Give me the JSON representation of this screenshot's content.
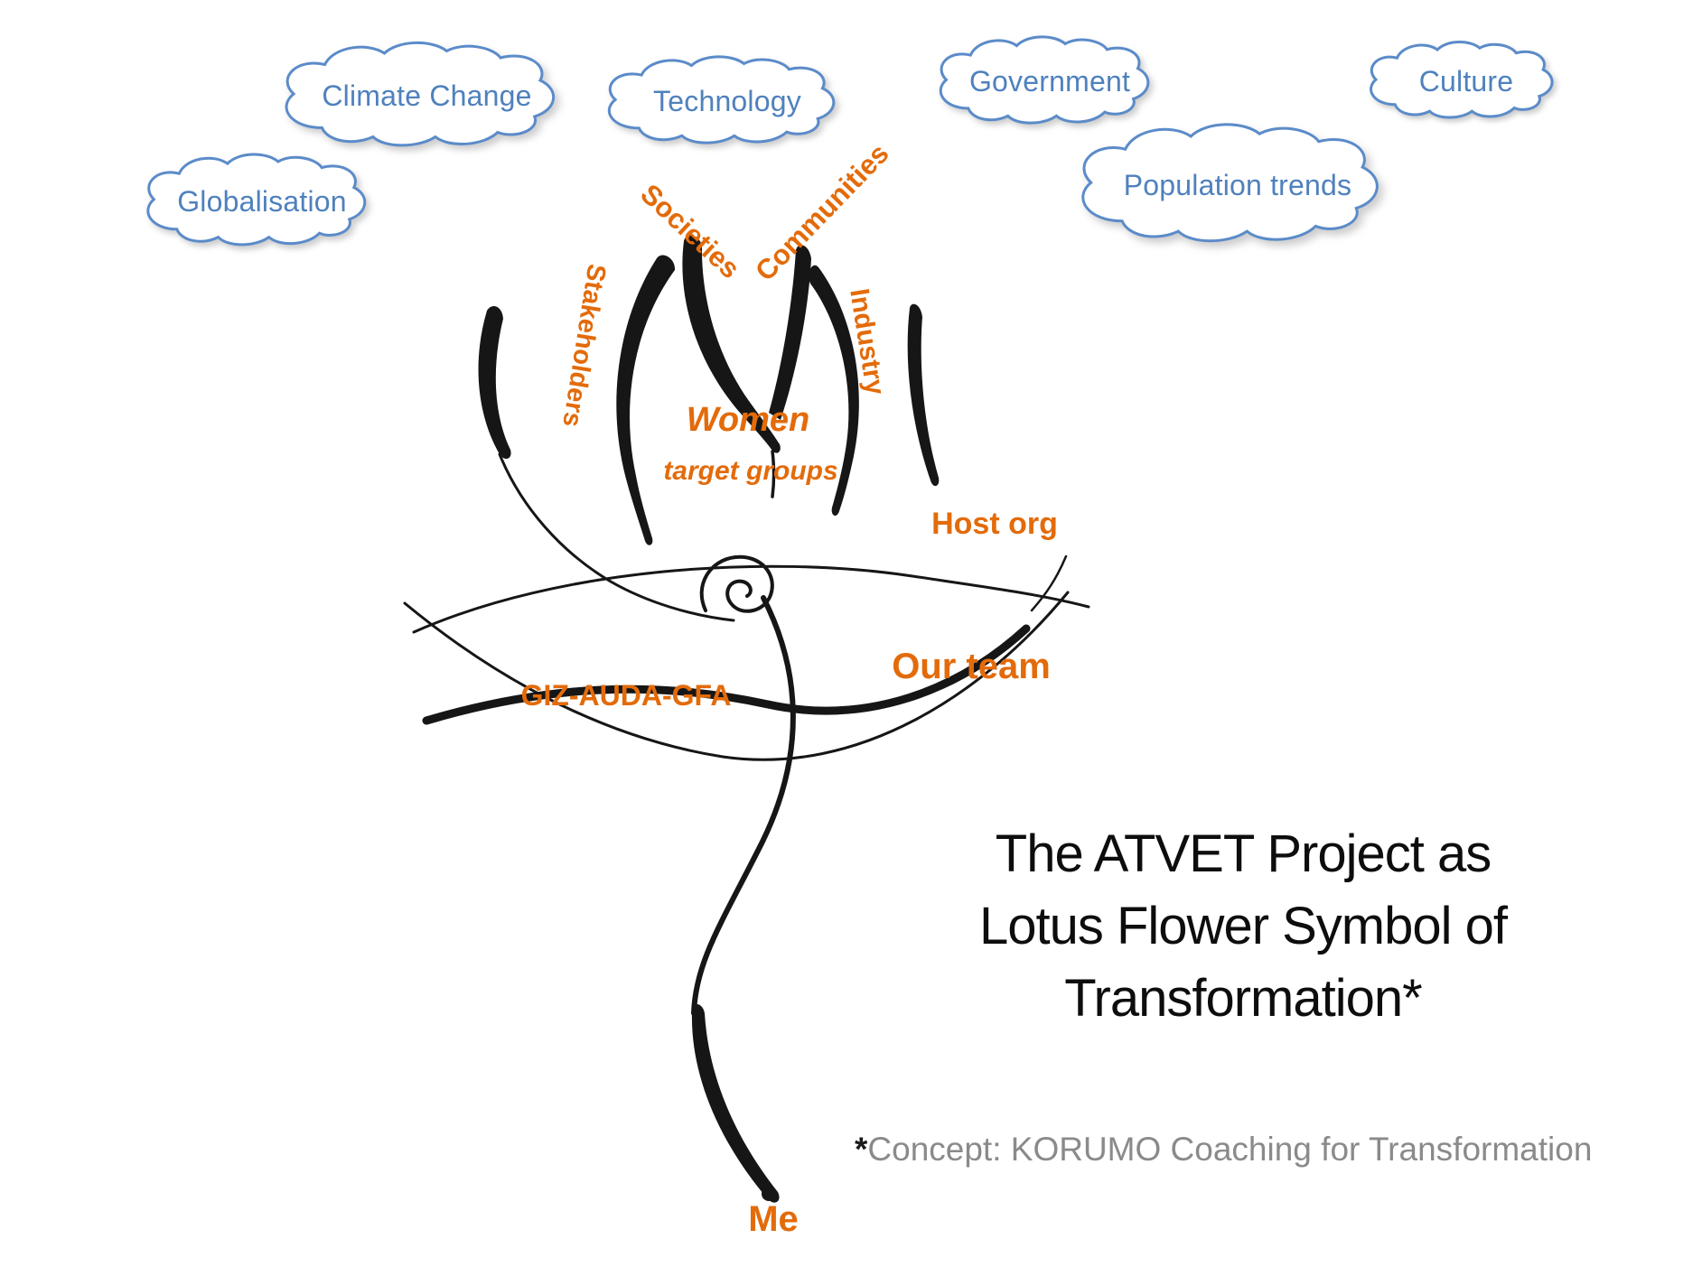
{
  "clouds": [
    {
      "label": "Climate Change"
    },
    {
      "label": "Globalisation"
    },
    {
      "label": "Technology"
    },
    {
      "label": "Government"
    },
    {
      "label": "Population trends"
    },
    {
      "label": "Culture"
    }
  ],
  "flower_labels": {
    "societies": "Societies",
    "communities": "Communities",
    "stakeholders": "Stakeholders",
    "industry": "Industry",
    "women": "Women",
    "target_groups": "target groups",
    "host_org": "Host org",
    "our_team": "Our team",
    "giz": "GIZ-AUDA-GFA",
    "me": "Me"
  },
  "title": {
    "line1": "The ATVET Project as",
    "line2": "Lotus Flower Symbol of",
    "line3": "Transformation*"
  },
  "footnote": {
    "asterisk": "*",
    "text": "Concept: KORUMO Coaching for Transformation"
  },
  "colors": {
    "orange": "#e36b0a",
    "cloud_outline_blue": "#5b8bc9",
    "cloud_text_blue": "#4f81bd",
    "ink": "#161616",
    "footnote_gray": "#8a8a8a"
  }
}
